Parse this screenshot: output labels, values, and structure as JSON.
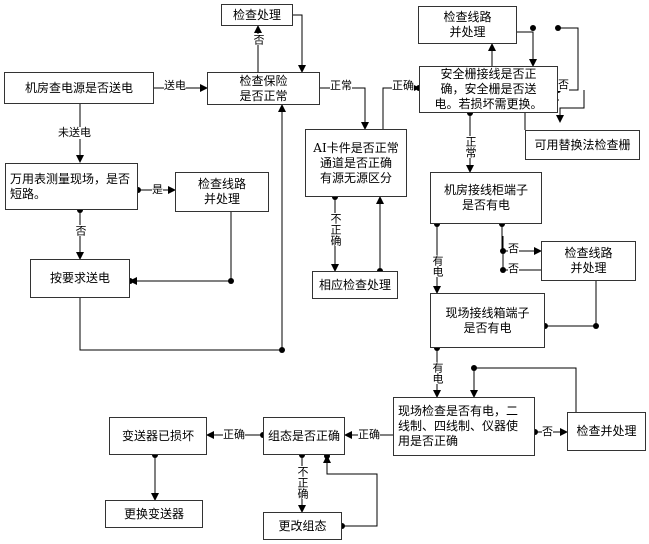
{
  "nodes": {
    "check_handle_top": "检查处理",
    "machine_power": "机房查电源是否送电",
    "check_fuse": "检查保险\n是否正常",
    "multimeter": "万用表测量现场，是否\n短路。",
    "check_line_fix_left": "检查线路\n并处理",
    "send_power": "按要求送电",
    "ai_card": "AI卡件是否正常\n通道是否正确\n有源无源区分",
    "corresponding_check": "相应检查处理",
    "check_line_fix_top": "检查线路\n并处理",
    "safety_barrier": "安全栅接线是否正\n确，安全栅是否送\n电。若损坏需更换。",
    "replace_test": "可用替换法检查栅",
    "cabinet_terminal": "机房接线柜端子\n是否有电",
    "check_line_fix_right": "检查线路\n并处理",
    "field_box_terminal": "现场接线箱端子\n是否有电",
    "field_check": "现场检查是否有电，二\n线制、四线制、仪器使\n用是否正确",
    "check_and_handle": "检查并处理",
    "config_ok": "组态是否正确",
    "transmitter_broken": "变送器已损坏",
    "replace_transmitter": "更换变送器",
    "modify_config": "更改组态"
  },
  "labels": {
    "send": "送电",
    "not_sent": "未送电",
    "no": "否",
    "yes": "是",
    "normal": "正常",
    "correct": "正确",
    "incorrect": "不正确",
    "has_power": "有电"
  }
}
